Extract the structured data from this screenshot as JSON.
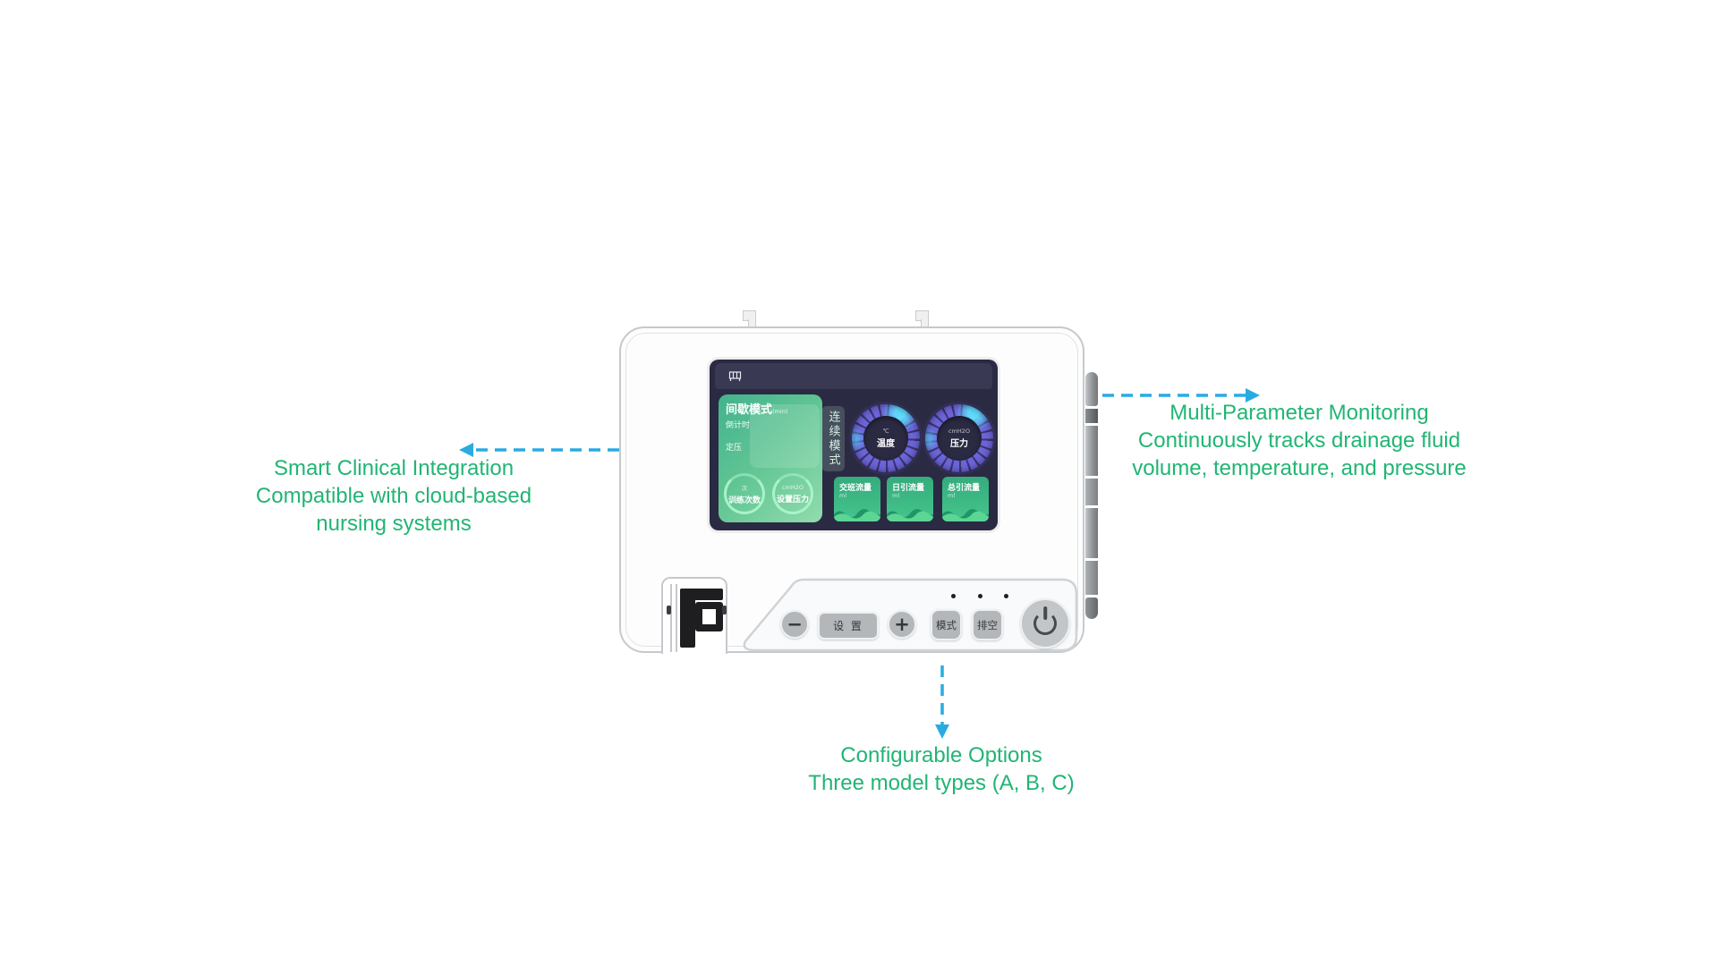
{
  "colors": {
    "text_green": "#21b573",
    "arrow_cyan": "#29abe2",
    "screen_bg": "#2b2a43",
    "panel_g1": "#43b28e",
    "panel_g2": "#92dcae",
    "ring_purple": "#6c64d8",
    "ring_dark": "#3a3670",
    "card_g1": "#35ab7d",
    "card_g2": "#45c68c"
  },
  "annotations": {
    "left": {
      "line1": "Smart Clinical Integration",
      "line2": "Compatible with cloud-based",
      "line3": "nursing systems"
    },
    "right": {
      "line1": "Multi-Parameter Monitoring",
      "line2": "Continuously tracks drainage fluid",
      "line3": "volume, temperature, and pressure"
    },
    "bottom": {
      "line1": "Configurable Options",
      "line2": "Three model types (A, B, C)"
    }
  },
  "device": {
    "screen": {
      "status_icon": "bed-icon",
      "mode_panel": {
        "title": "间歇模式",
        "title_unit": "(min)",
        "item1": "倒计时",
        "item2": "定压",
        "dial1": {
          "unit": "次",
          "label": "训练次数"
        },
        "dial2": {
          "unit": "cmH2O",
          "label": "设置压力"
        }
      },
      "secondary_mode": "连续模式",
      "gauge1": {
        "unit": "℃",
        "label": "温度"
      },
      "gauge2": {
        "unit": "cmH2O",
        "label": "压力"
      },
      "card1": {
        "title": "交班流量",
        "unit": "ml"
      },
      "card2": {
        "title": "日引流量",
        "unit": "ml"
      },
      "card3": {
        "title": "总引流量",
        "unit": "ml"
      }
    },
    "controls": {
      "minus": "−",
      "settings": "设 置",
      "plus": "+",
      "mode": "模式",
      "drain": "排空",
      "power_icon": "power-icon",
      "indicator_count": 3
    }
  }
}
